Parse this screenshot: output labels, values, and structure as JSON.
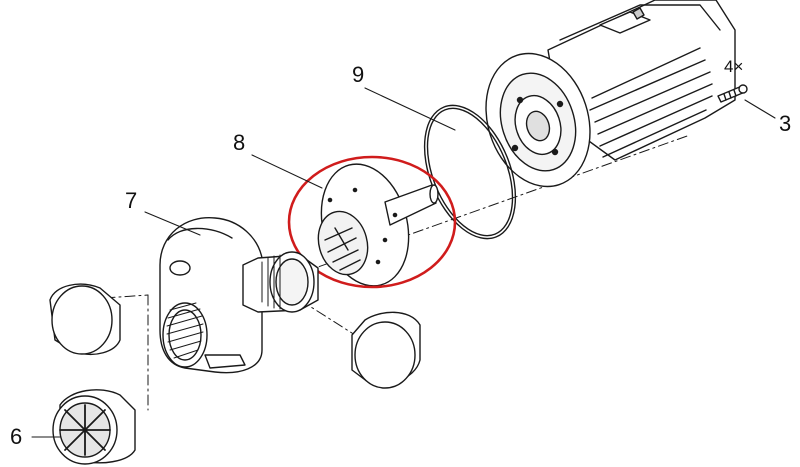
{
  "diagram": {
    "callouts": [
      {
        "id": "3",
        "label": "3",
        "part": "screw"
      },
      {
        "id": "4x",
        "label": "4×",
        "part": "screw-quantity"
      },
      {
        "id": "6",
        "label": "6",
        "part": "intake-strainer"
      },
      {
        "id": "7",
        "label": "7",
        "part": "pump-housing"
      },
      {
        "id": "8",
        "label": "8",
        "part": "impeller"
      },
      {
        "id": "9",
        "label": "9",
        "part": "o-ring"
      }
    ],
    "highlight": {
      "target": "8",
      "color": "#d01c1c"
    },
    "colors": {
      "line": "#1a1a1a",
      "fill": "#ffffff",
      "shade": "#e6e6e6",
      "highlight": "#d01c1c"
    }
  }
}
